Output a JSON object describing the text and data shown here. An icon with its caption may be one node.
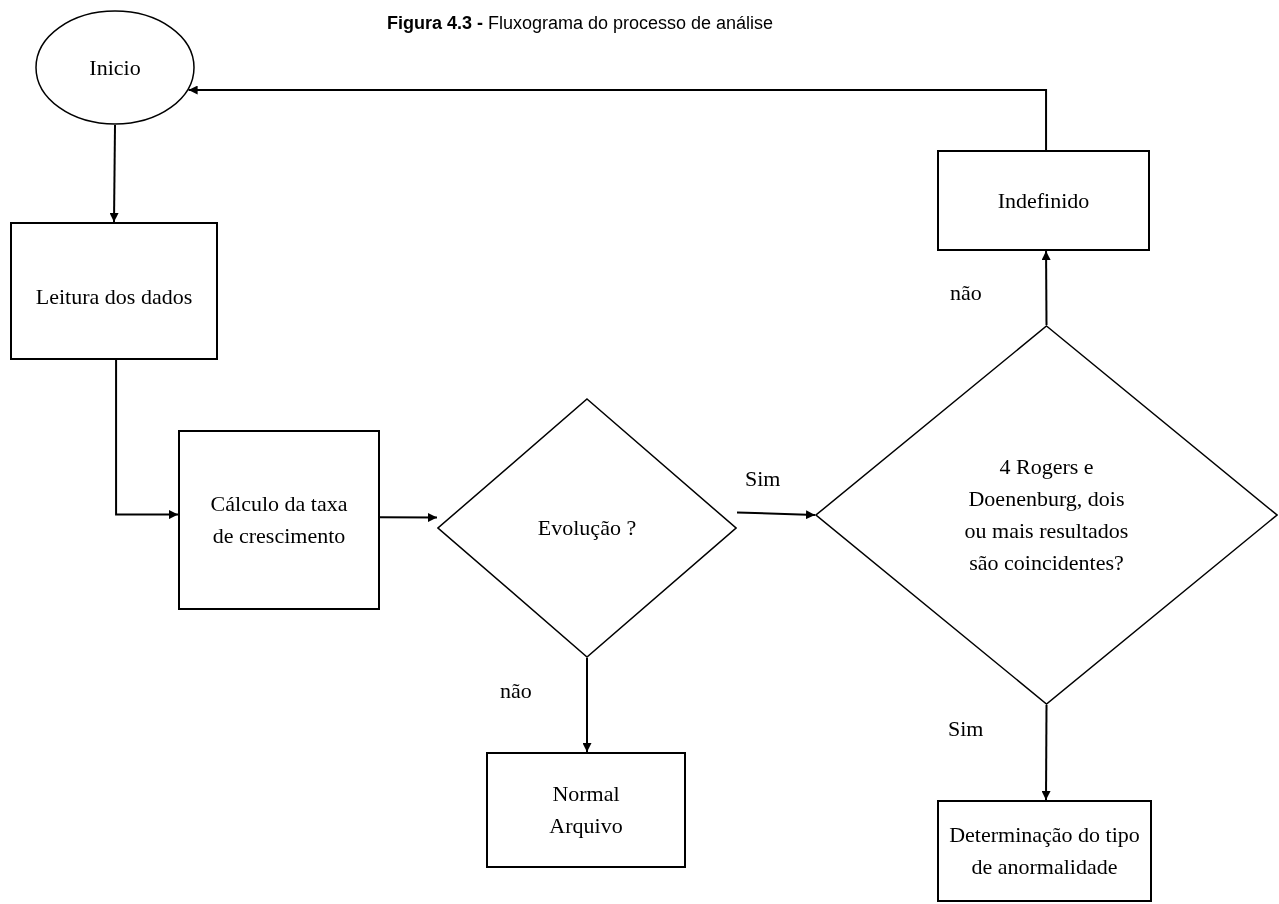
{
  "diagram": {
    "title": "**Figura 4.3 -** Fluxograma do processo de análise",
    "nodes": [
      {
        "text": [
          "Inicio"
        ]
      },
      {
        "text": [
          "Leitura dos dados"
        ]
      },
      {
        "text": [
          "Cálculo da taxa de crescimento"
        ]
      },
      {
        "text": [
          "Evolução ?"
        ]
      },
      {
        "text": [
          "Normal Arquivo"
        ]
      },
      {
        "text": [
          "4 Rogers e Doenenburg, dois ou mais resultados são coincidentes?"
        ]
      },
      {
        "text": [
          "Indefinido"
        ]
      },
      {
        "text": [
          "Determinação do tipo de anormalidade"
        ]
      }
    ],
    "edges": [
      {
        "from": 0,
        "to": 1,
        "arrow": "to"
      },
      {
        "from": 1,
        "to": 2,
        "arrow": "to"
      },
      {
        "from": 2,
        "to": 3,
        "arrow": "to"
      },
      {
        "from": 3,
        "to": 5,
        "arrow": "to",
        "label": "Sim"
      },
      {
        "from": 3,
        "to": 4,
        "arrow": "to",
        "label": "não"
      },
      {
        "from": 5,
        "to": 6,
        "arrow": "to",
        "label": "não"
      },
      {
        "from": 5,
        "to": 7,
        "arrow": "to",
        "label": "Sim"
      },
      {
        "from": 6,
        "to": 0,
        "arrow": "to"
      }
    ]
  }
}
